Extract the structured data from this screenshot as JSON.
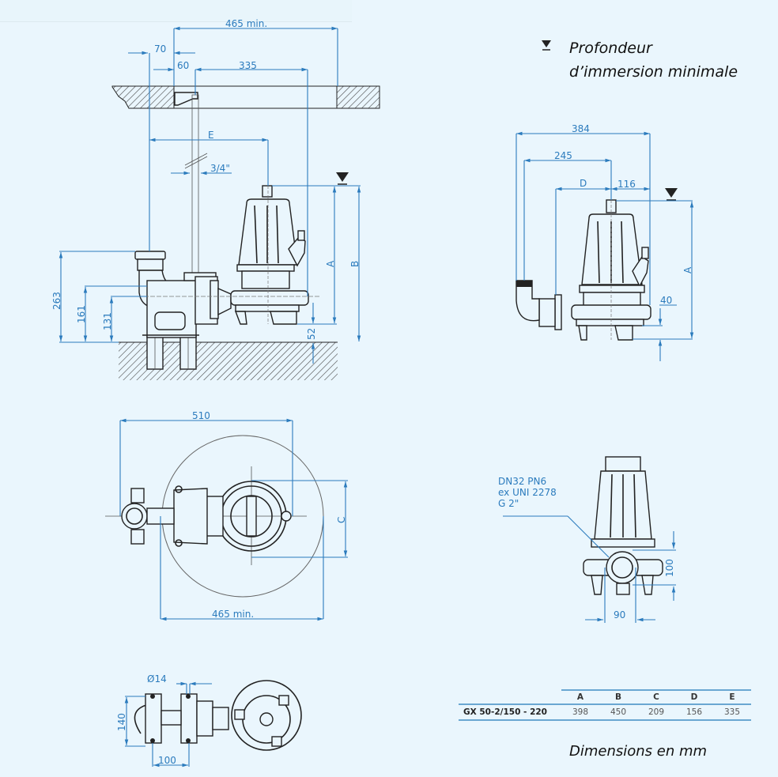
{
  "legend": {
    "icon": "water-level-icon",
    "line1": "Profondeur",
    "line2": "d’immersion minimale"
  },
  "side_view": {
    "dims": {
      "d465": "465 min.",
      "d70": "70",
      "d60": "60",
      "d335": "335",
      "E": "E",
      "pipe": "3/4\"",
      "A": "A",
      "B": "B",
      "d263": "263",
      "d161": "161",
      "d131": "131",
      "d52": "52"
    }
  },
  "front_view": {
    "dims": {
      "d384": "384",
      "d245": "245",
      "D": "D",
      "d116": "116",
      "A": "A",
      "d40": "40"
    }
  },
  "top_view": {
    "dims": {
      "d510": "510",
      "C": "C",
      "d465": "465 min."
    }
  },
  "rear_view": {
    "callout": [
      "DN32 PN6",
      "ex UNI 2278",
      "G 2\""
    ],
    "dims": {
      "d100": "100",
      "d90": "90"
    }
  },
  "base_view": {
    "dims": {
      "d14": "Ø14",
      "d140": "140",
      "d100": "100"
    }
  },
  "table": {
    "headers": [
      "A",
      "B",
      "C",
      "D",
      "E"
    ],
    "rows": [
      {
        "model": "GX 50-2/150 - 220",
        "values": [
          "398",
          "450",
          "209",
          "156",
          "335"
        ]
      }
    ]
  },
  "footer": {
    "note": "Dimensions en mm"
  },
  "colors": {
    "background": "#eaf6fd",
    "dimension": "#2b7bbd",
    "outline": "#222222"
  }
}
